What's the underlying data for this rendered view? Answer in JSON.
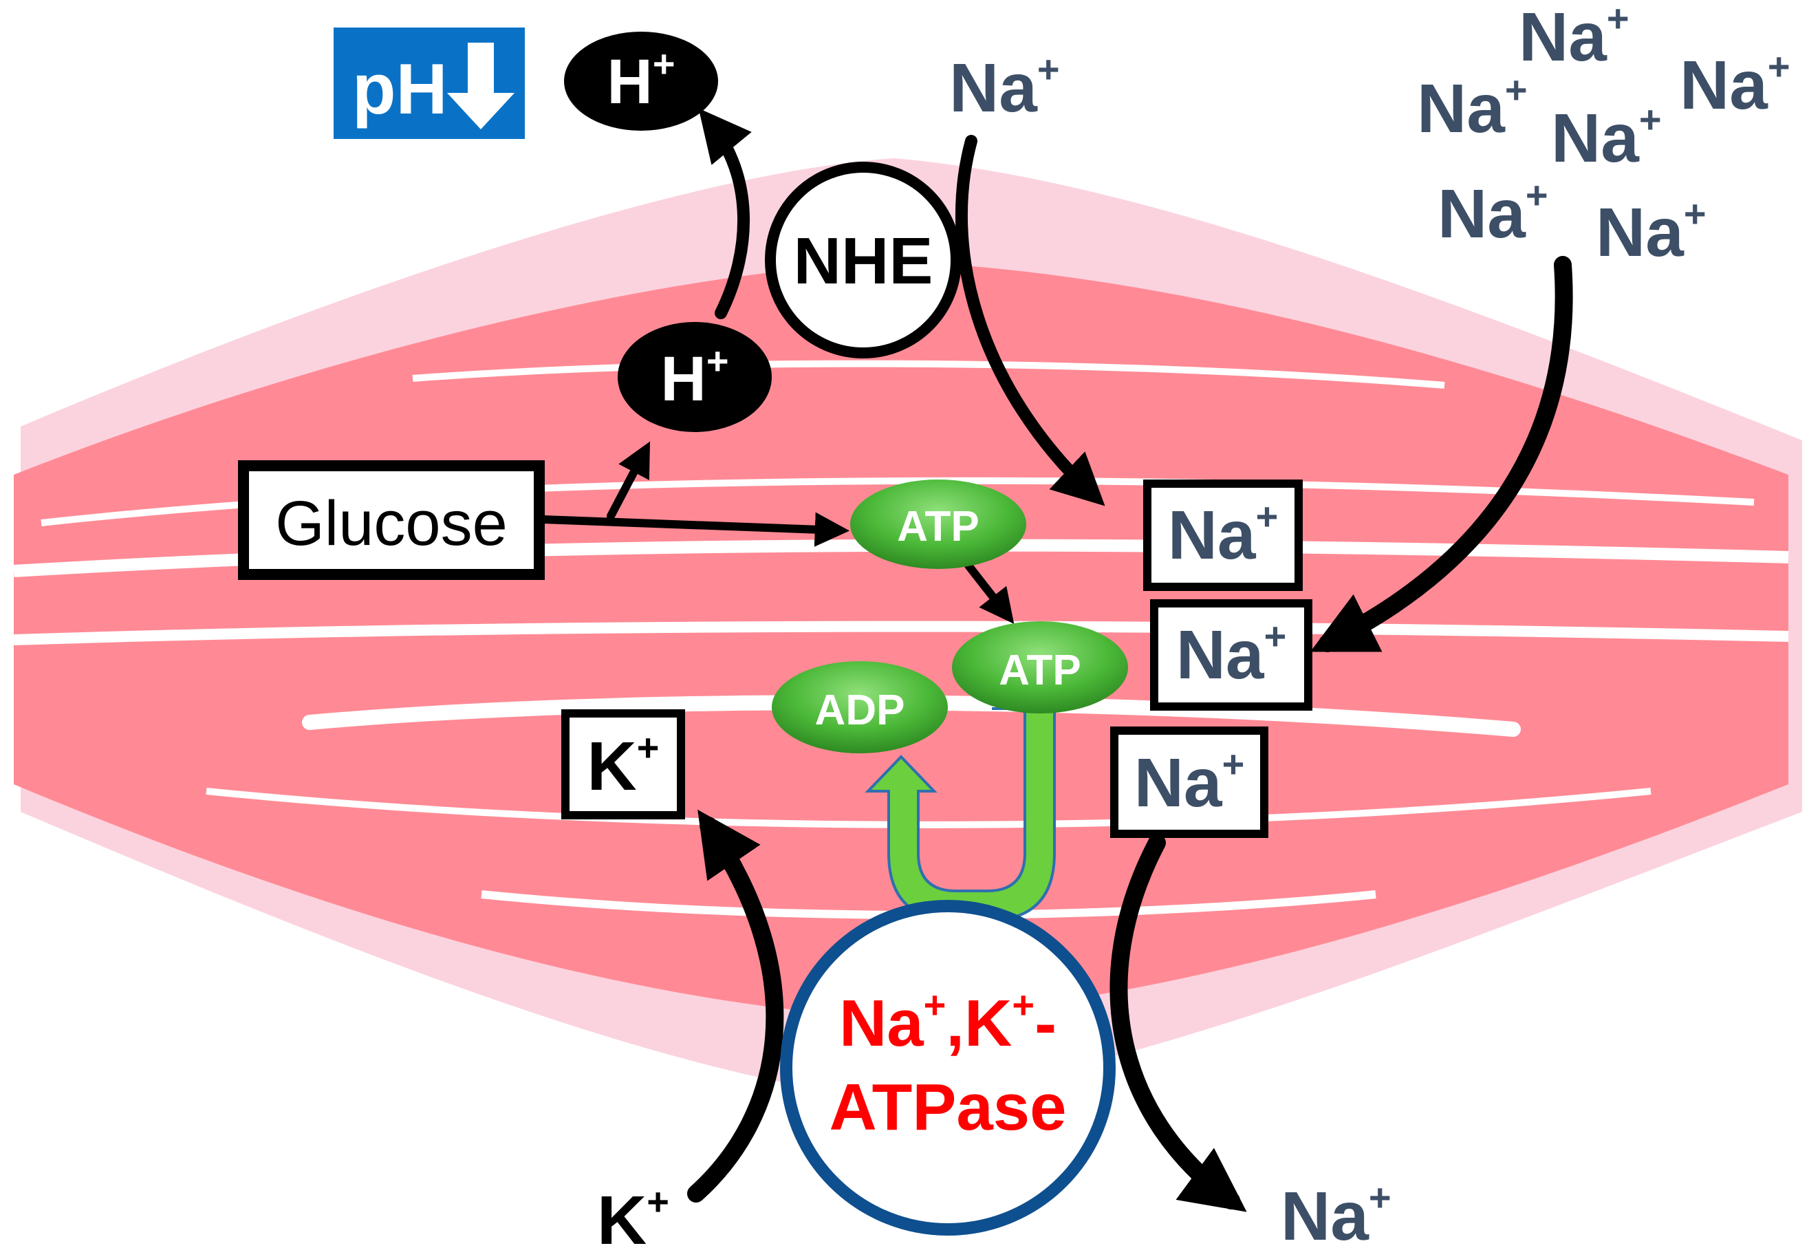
{
  "colors": {
    "muscle": "#ff8a95",
    "muscle_pale": "#fbd3de",
    "ion_text": "#3d4f66",
    "ph_box": "#0a72c6",
    "atp_green": "#3faa2e",
    "pump_ring": "#0e4f8f",
    "pump_text": "#ff0000",
    "arrow_green": "#6ccf3e"
  },
  "ph": {
    "label": "pH",
    "icon": "down-arrow-icon"
  },
  "hydrogen": {
    "base": "H",
    "sup": "+"
  },
  "nhe": {
    "label": "NHE"
  },
  "sodium": {
    "base": "Na",
    "sup": "+"
  },
  "potassium": {
    "base": "K",
    "sup": "+"
  },
  "glucose": {
    "label": "Glucose"
  },
  "atp": {
    "label": "ATP"
  },
  "adp": {
    "label": "ADP"
  },
  "pump": {
    "line1_parts": [
      "Na",
      "+",
      ",K",
      "+",
      "-"
    ],
    "line2": "ATPase"
  }
}
